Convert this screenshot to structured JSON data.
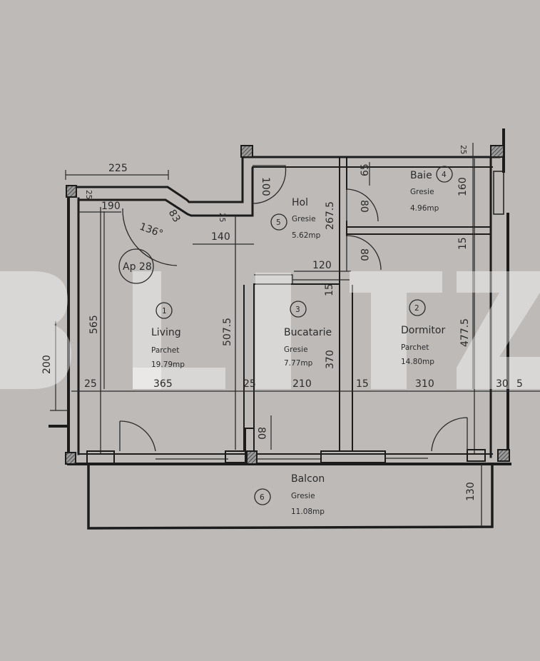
{
  "apartment": {
    "label": "Ap 28"
  },
  "rooms": [
    {
      "number": "1",
      "name": "Living",
      "floor": "Parchet",
      "area": "19.79mp"
    },
    {
      "number": "2",
      "name": "Dormitor",
      "floor": "Parchet",
      "area": "14.80mp"
    },
    {
      "number": "3",
      "name": "Bucatarie",
      "floor": "Gresie",
      "area": "7.77mp"
    },
    {
      "number": "4",
      "name": "Baie",
      "floor": "Gresie",
      "area": "4.96mp"
    },
    {
      "number": "5",
      "name": "Hol",
      "floor": "Gresie",
      "area": "5.62mp"
    },
    {
      "number": "6",
      "name": "Balcon",
      "floor": "Gresie",
      "area": "11.08mp"
    }
  ],
  "dimensions": {
    "top_left_width": "225",
    "wall_top_left": "25",
    "corridor_190": "190",
    "angle": "136°",
    "diag_83": "83",
    "wall_25_mid": "25",
    "width_140": "140",
    "hol_door_100": "100",
    "hol_height": "267.5",
    "hol_width_120": "120",
    "baie_65": "65",
    "baie_door_80": "80",
    "baie_height": "160",
    "baie_wall_25": "25",
    "bath_wall_15": "15",
    "dorm_door_80": "80",
    "kitchen_wall_15": "15",
    "living_height": "565",
    "living_507": "507.5",
    "kitchen_370": "370",
    "dorm_height": "477.5",
    "left_window_200": "200",
    "bottom_25_left": "25",
    "living_width": "365",
    "bottom_25_mid": "25",
    "kitchen_width": "210",
    "bottom_15": "15",
    "dorm_width": "310",
    "bottom_30": "30",
    "bottom_5": "5",
    "kitchen_window_80": "80",
    "balcony_depth": "130"
  },
  "watermark": {
    "text": "BLITZ",
    "color": "#ffffff"
  },
  "colors": {
    "paper": "#bdbab8",
    "ink": "#1c1c1c"
  }
}
